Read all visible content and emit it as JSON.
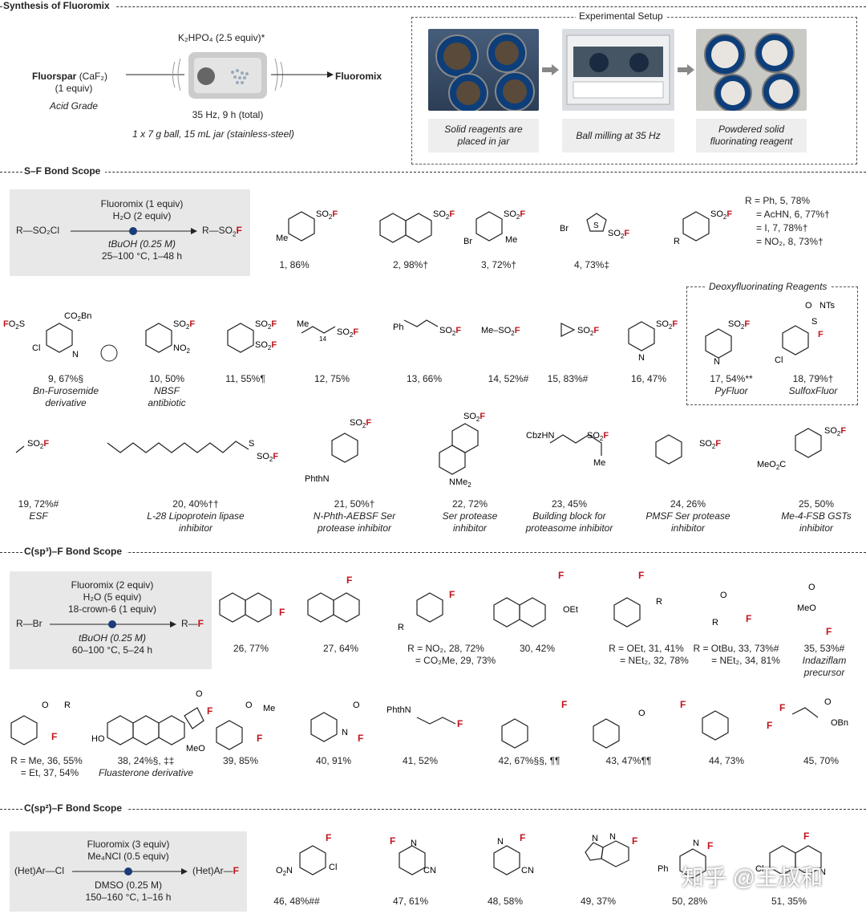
{
  "synthesis": {
    "section_title": "Synthesis of Fluoromix",
    "reagent": "K₂HPO₄ (2.5 equiv)*",
    "start_name": "Fluorspar",
    "start_formula": "(CaF₂)",
    "start_equiv": "(1 equiv)",
    "start_grade": "Acid Grade",
    "product": "Fluoromix",
    "milling": "35 Hz, 9 h (total)",
    "setup": "1 x 7 g ball, 15 mL jar (stainless-steel)"
  },
  "experimental_setup": {
    "title": "Experimental Setup",
    "steps": [
      "Solid reagents are placed in jar",
      "Ball milling at 35 Hz",
      "Powdered solid fluorinating reagent"
    ]
  },
  "sf_scope": {
    "section_title": "S–F Bond Scope",
    "conditions": {
      "reagent": "Fluoromix (1 equiv)",
      "water": "H₂O (2 equiv)",
      "substrate": "R—SO₂Cl",
      "product": "R—SO₂F",
      "solvent": "tBuOH (0.25 M)",
      "temp": "25–100 °C, 1–48 h"
    },
    "r_list": [
      "R = Ph, 5, 78%",
      "= AcHN, 6, 77%†",
      "= I, 7, 78%†",
      "= NO₂, 8, 73%†"
    ],
    "row1": [
      {
        "label": "1, 86%"
      },
      {
        "label": "2, 98%†"
      },
      {
        "label": "3, 72%†"
      },
      {
        "label": "4, 73%‡"
      }
    ],
    "row2": [
      {
        "label": "9, 67%§",
        "sub": "Bn-Furosemide derivative"
      },
      {
        "label": "10, 50%",
        "sub": "NBSF antibiotic"
      },
      {
        "label": "11, 55%¶"
      },
      {
        "label": "12, 75%"
      },
      {
        "label": "13, 66%"
      },
      {
        "label": "14, 52%#"
      },
      {
        "label": "15, 83%#"
      },
      {
        "label": "16, 47%"
      }
    ],
    "deoxy": {
      "title": "Deoxyfluorinating Reagents",
      "items": [
        {
          "label": "17, 54%**",
          "sub": "PyFluor"
        },
        {
          "label": "18, 79%†",
          "sub": "SulfoxFluor"
        }
      ]
    },
    "row3": [
      {
        "label": "19, 72%#",
        "sub": "ESF"
      },
      {
        "label": "20, 40%††",
        "sub": "L-28 Lipoprotein lipase inhibitor"
      },
      {
        "label": "21, 50%†",
        "sub": "N-Phth-AEBSF Ser protease inhibitor"
      },
      {
        "label": "22, 72%",
        "sub": "Ser protease inhibitor"
      },
      {
        "label": "23, 45%",
        "sub": "Building block for proteasome inhibitor"
      },
      {
        "label": "24, 26%",
        "sub": "PMSF Ser protease inhibitor"
      },
      {
        "label": "25, 50%",
        "sub": "Me-4-FSB GSTs inhibitor"
      }
    ]
  },
  "csp3_scope": {
    "section_title": "C(sp³)–F Bond Scope",
    "conditions": {
      "reagent": "Fluoromix (2 equiv)",
      "water": "H₂O (5 equiv)",
      "additive": "18-crown-6 (1 equiv)",
      "substrate": "R—Br",
      "product": "R—F",
      "solvent": "tBuOH (0.25 M)",
      "temp": "60–100 °C, 5–24 h"
    },
    "row1": [
      {
        "label": "26, 77%"
      },
      {
        "label": "27, 64%"
      },
      {
        "label": "R = NO₂, 28, 72%",
        "sub": "= CO₂Me, 29, 73%"
      },
      {
        "label": "30, 42%"
      },
      {
        "label": "R = OEt, 31, 41%",
        "sub": "= NEt₂, 32, 78%"
      },
      {
        "label": "R = OtBu, 33, 73%#",
        "sub": "= NEt₂, 34, 81%"
      },
      {
        "label": "35, 53%#",
        "sub": "Indaziflam precursor"
      }
    ],
    "row2": [
      {
        "label": "R = Me, 36, 55%",
        "sub": "= Et, 37, 54%"
      },
      {
        "label": "38, 24%§, ‡‡",
        "sub": "Fluasterone derivative"
      },
      {
        "label": "39, 85%"
      },
      {
        "label": "40, 91%"
      },
      {
        "label": "41, 52%"
      },
      {
        "label": "42, 67%§§, ¶¶"
      },
      {
        "label": "43, 47%¶¶"
      },
      {
        "label": "44, 73%"
      },
      {
        "label": "45, 70%"
      }
    ]
  },
  "csp2_scope": {
    "section_title": "C(sp²)–F Bond Scope",
    "conditions": {
      "reagent": "Fluoromix (3 equiv)",
      "additive": "Me₄NCl (0.5 equiv)",
      "substrate": "(Het)Ar—Cl",
      "product": "(Het)Ar—F",
      "solvent": "DMSO (0.25 M)",
      "temp": "150–160 °C, 1–16 h"
    },
    "row1": [
      {
        "label": "46, 48%##"
      },
      {
        "label": "47, 61%"
      },
      {
        "label": "48, 58%"
      },
      {
        "label": "49, 37%"
      },
      {
        "label": "50, 28%"
      },
      {
        "label": "51, 35%"
      }
    ]
  },
  "watermark": "知乎 @王叔和"
}
